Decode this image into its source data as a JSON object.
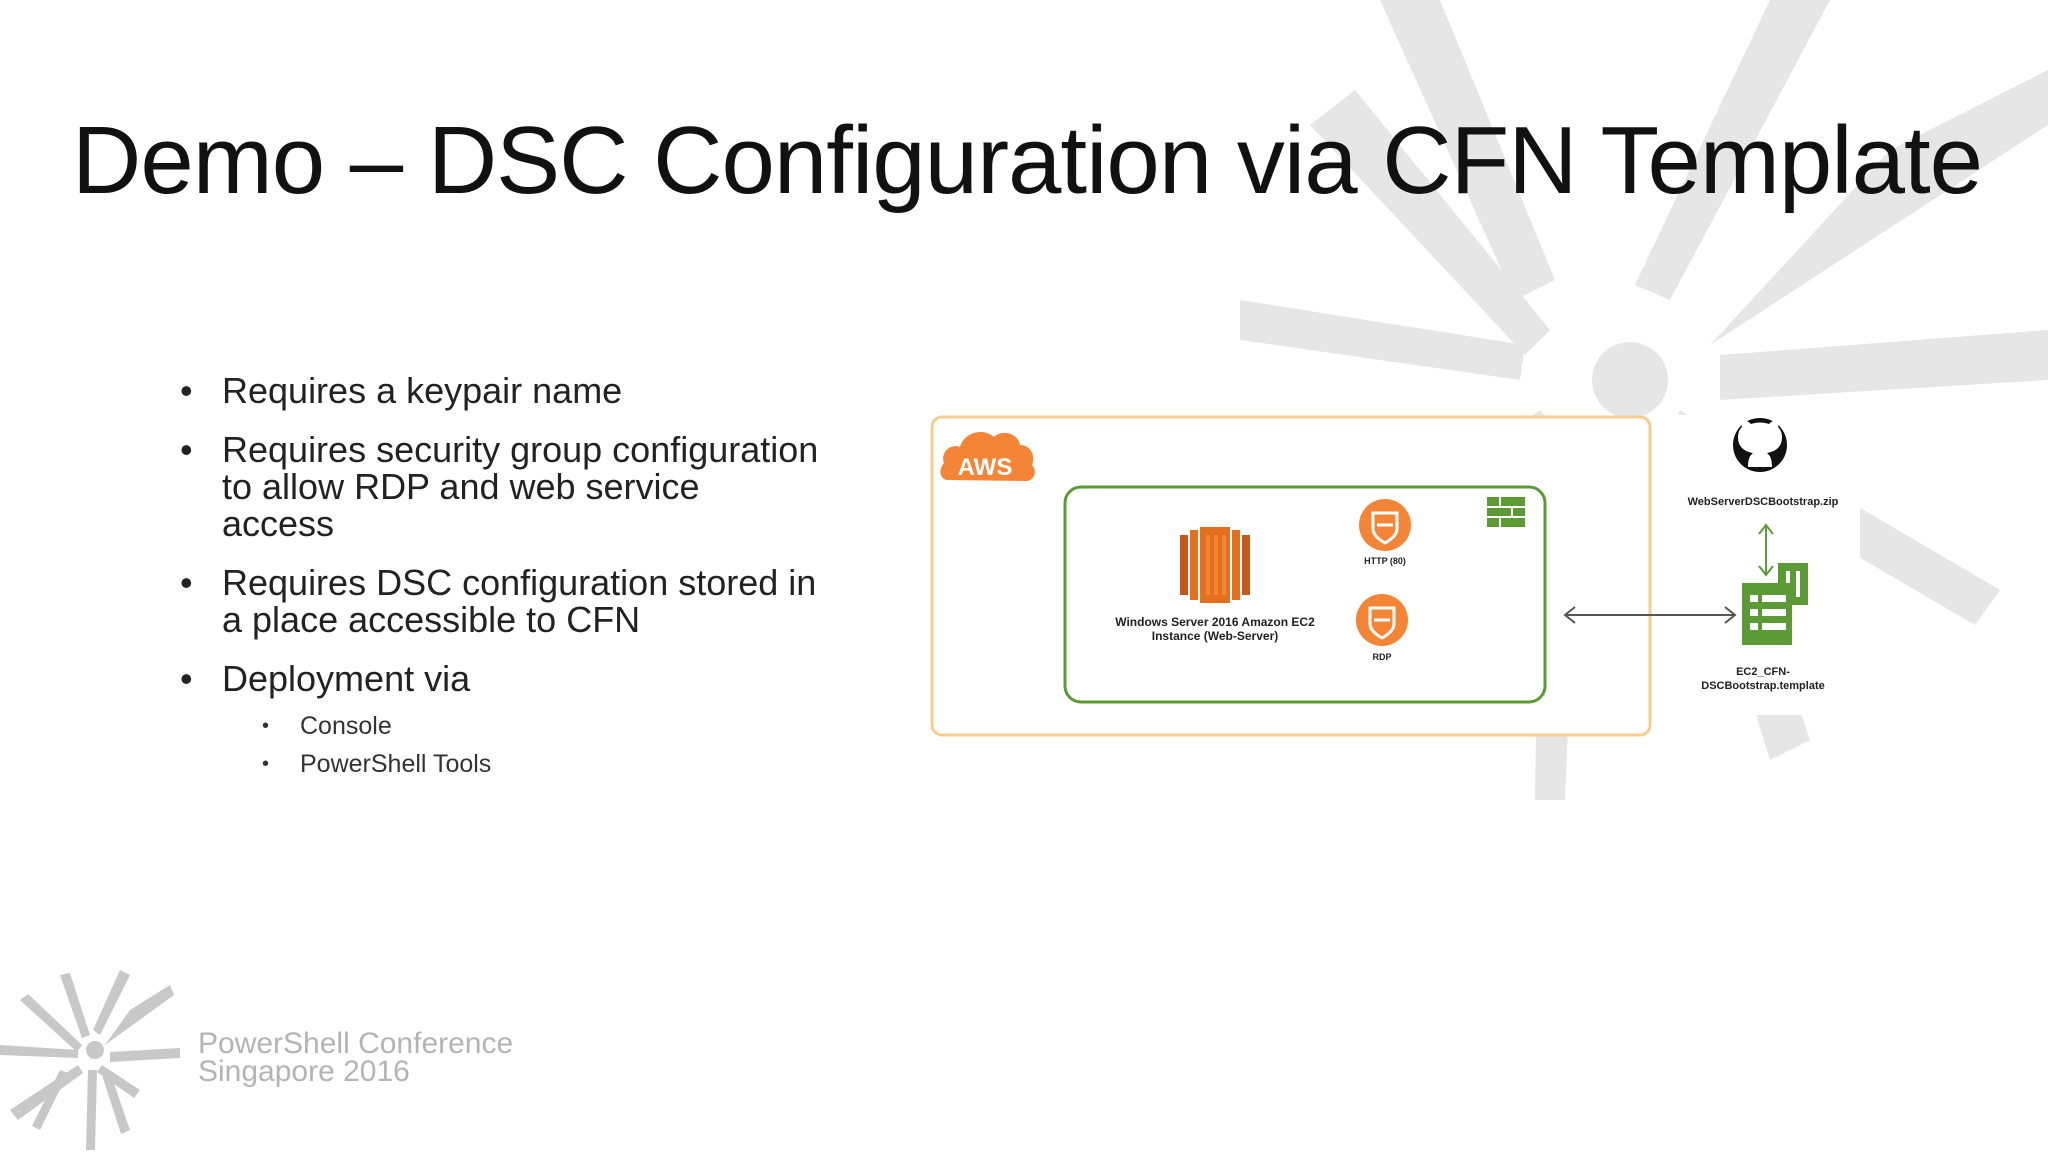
{
  "slide": {
    "title": "Demo – DSC Configuration via CFN Template",
    "bullets": [
      "Requires a keypair name",
      "Requires security group configuration to allow RDP and web service access",
      "Requires DSC configuration stored in a place accessible to CFN",
      "Deployment via"
    ],
    "sub_bullets": [
      "Console",
      "PowerShell Tools"
    ]
  },
  "diagram": {
    "cloud_label": "AWS",
    "instance_label_line1": "Windows Server 2016 Amazon EC2",
    "instance_label_line2": "Instance (Web-Server)",
    "http_label": "HTTP (80)",
    "rdp_label": "RDP",
    "zip_label": "WebServerDSCBootstrap.zip",
    "template_label_line1": "EC2_CFN-",
    "template_label_line2": "DSCBootstrap.template"
  },
  "footer": {
    "line1": "PowerShell Conference",
    "line2": "Singapore 2016"
  },
  "colors": {
    "aws_orange": "#F58536",
    "ec2_orange": "#E46F1E",
    "green": "#5C9A36",
    "aws_box_border": "#F9CC8E",
    "logo_gray": "#E6E6E6"
  },
  "icons": [
    "aws-cloud-icon",
    "ec2-instance-icon",
    "http-security-icon",
    "rdp-security-icon",
    "firewall-icon",
    "github-icon",
    "cloudformation-template-icon"
  ]
}
